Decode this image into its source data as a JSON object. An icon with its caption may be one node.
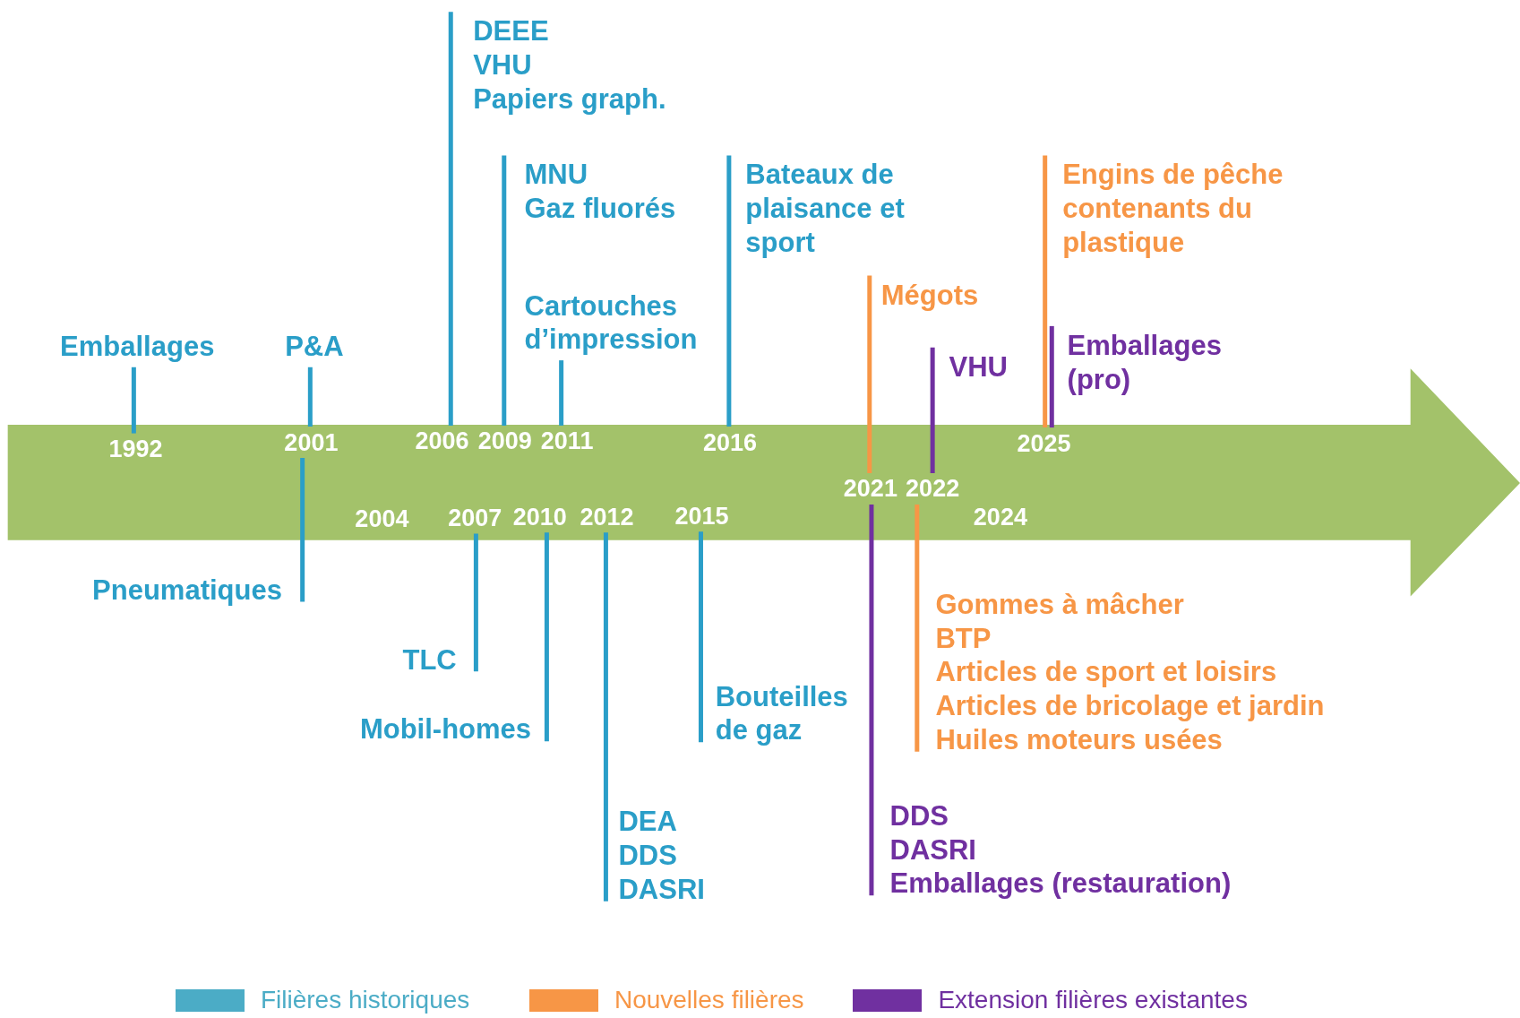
{
  "diagram": {
    "nodes": [
      {
        "text": [
          "Emballages"
        ]
      },
      {
        "text": [
          "P&A"
        ]
      },
      {
        "text": [
          "DEEE",
          "VHU",
          "Papiers graph."
        ]
      },
      {
        "text": [
          "MNU",
          "Gaz fluorés"
        ]
      },
      {
        "text": [
          "Cartouches d’impression"
        ]
      },
      {
        "text": [
          "Bateaux de plaisance et sport"
        ]
      },
      {
        "text": [
          "Mégots"
        ]
      },
      {
        "text": [
          "VHU"
        ]
      },
      {
        "text": [
          "Engins de pêche contenants du plastique"
        ]
      },
      {
        "text": [
          "Emballages (pro)"
        ]
      },
      {
        "text": [
          "1992"
        ]
      },
      {
        "text": [
          "2001"
        ]
      },
      {
        "text": [
          "2006"
        ]
      },
      {
        "text": [
          "2009"
        ]
      },
      {
        "text": [
          "2011"
        ]
      },
      {
        "text": [
          "2016"
        ]
      },
      {
        "text": [
          "2025"
        ]
      },
      {
        "text": [
          "2021"
        ]
      },
      {
        "text": [
          "2022"
        ]
      },
      {
        "text": [
          "2007"
        ]
      },
      {
        "text": [
          "2010"
        ]
      },
      {
        "text": [
          "2012"
        ]
      },
      {
        "text": [
          "2015"
        ]
      },
      {
        "text": [
          "Pneumatiques"
        ]
      },
      {
        "text": [
          "TLC"
        ]
      },
      {
        "text": [
          "Mobil-homes"
        ]
      },
      {
        "text": [
          "DEA",
          "DDS",
          "DASRI"
        ]
      },
      {
        "text": [
          "Bouteilles de gaz"
        ]
      },
      {
        "text": [
          "DDS",
          "DASRI",
          "Emballages (restauration)"
        ]
      },
      {
        "text": [
          "Gommes à mâcher",
          "BTP",
          "Articles de sport et loisirs",
          "Articles de bricolage et jardin",
          "Huiles moteurs usées"
        ]
      }
    ],
    "edges": [
      {
        "from": 0,
        "to": 10,
        "arrow": "none"
      },
      {
        "from": 1,
        "to": 11,
        "arrow": "none"
      },
      {
        "from": 2,
        "to": 12,
        "arrow": "none"
      },
      {
        "from": 3,
        "to": 13,
        "arrow": "none"
      },
      {
        "from": 4,
        "to": 14,
        "arrow": "none"
      },
      {
        "from": 5,
        "to": 15,
        "arrow": "none"
      },
      {
        "from": 6,
        "to": 17,
        "arrow": "none",
        "color": "#f79646"
      },
      {
        "from": 7,
        "to": 18,
        "arrow": "none",
        "color": "#7030a0"
      },
      {
        "from": 8,
        "to": 16,
        "arrow": "none",
        "color": "#f79646"
      },
      {
        "from": 9,
        "to": 16,
        "arrow": "none",
        "color": "#7030a0"
      },
      {
        "from": 23,
        "to": 11,
        "arrow": "none"
      },
      {
        "from": 24,
        "to": 19,
        "arrow": "none"
      },
      {
        "from": 25,
        "to": 20,
        "arrow": "none"
      },
      {
        "from": 26,
        "to": 21,
        "arrow": "none"
      },
      {
        "from": 27,
        "to": 22,
        "arrow": "none"
      },
      {
        "from": 28,
        "to": 17,
        "arrow": "none",
        "color": "#7030a0"
      },
      {
        "from": 29,
        "to": 18,
        "arrow": "none",
        "color": "#f79646"
      }
    ],
    "labels": [
      "2004",
      "2024"
    ],
    "legend": [
      {
        "text": "Filières historiques",
        "color": "#4bacc6"
      },
      {
        "text": "Nouvelles filières",
        "color": "#f79646"
      },
      {
        "text": "Extension filières existantes",
        "color": "#7030a0"
      }
    ]
  }
}
